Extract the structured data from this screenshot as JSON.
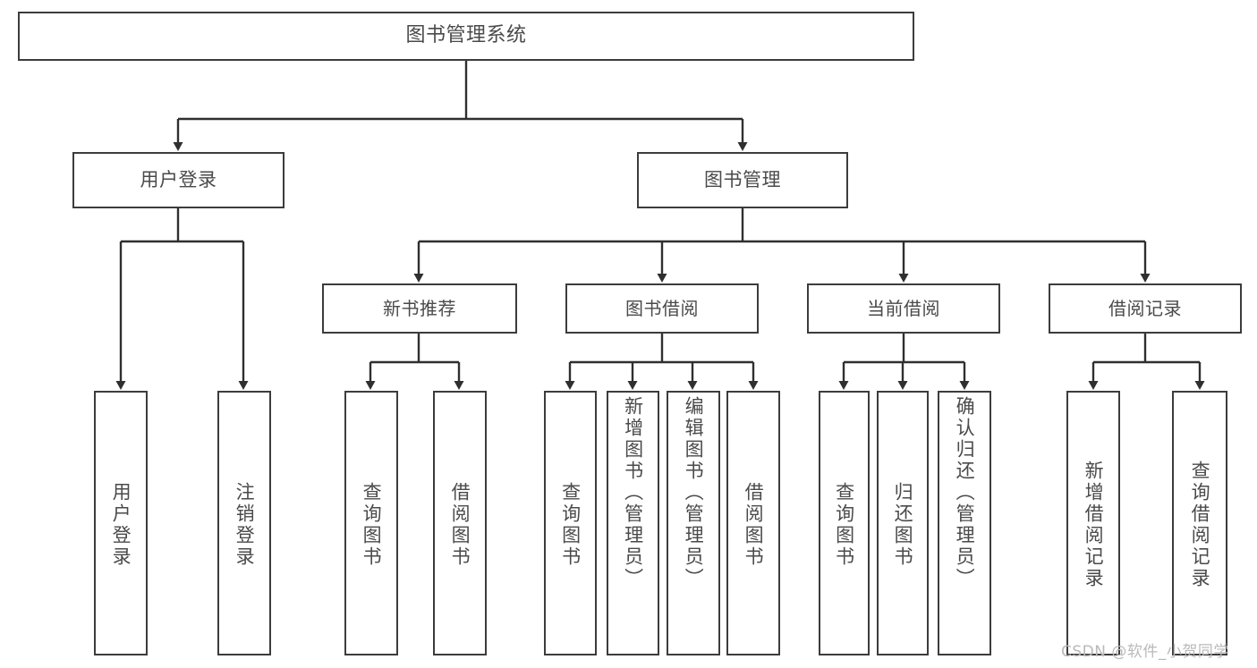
{
  "diagram": {
    "title": "图书管理系统",
    "watermark": "CSDN @软件_小贺同学",
    "colors": {
      "box_border": "#3c3c3c",
      "text": "#4a4a4a",
      "background": "#ffffff",
      "connector": "#2f2f2f",
      "watermark": "#b9b9b9"
    },
    "root": {
      "label": "图书管理系统"
    },
    "tier1": [
      {
        "label": "用户登录"
      },
      {
        "label": "图书管理"
      }
    ],
    "tier2": [
      {
        "label": "新书推荐"
      },
      {
        "label": "图书借阅"
      },
      {
        "label": "当前借阅"
      },
      {
        "label": "借阅记录"
      }
    ],
    "leaves": {
      "user_login": [
        {
          "label": "用户登录"
        },
        {
          "label": "注销登录"
        }
      ],
      "new_book": [
        {
          "label": "查询图书"
        },
        {
          "label": "借阅图书"
        }
      ],
      "book_borrow": [
        {
          "label": "查询图书"
        },
        {
          "label": "新增图书（管理员）"
        },
        {
          "label": "编辑图书（管理员）"
        },
        {
          "label": "借阅图书"
        }
      ],
      "current_borrow": [
        {
          "label": "查询图书"
        },
        {
          "label": "归还图书"
        },
        {
          "label": "确认归还（管理员）"
        }
      ],
      "borrow_record": [
        {
          "label": "新增借阅记录"
        },
        {
          "label": "查询借阅记录"
        }
      ]
    }
  }
}
